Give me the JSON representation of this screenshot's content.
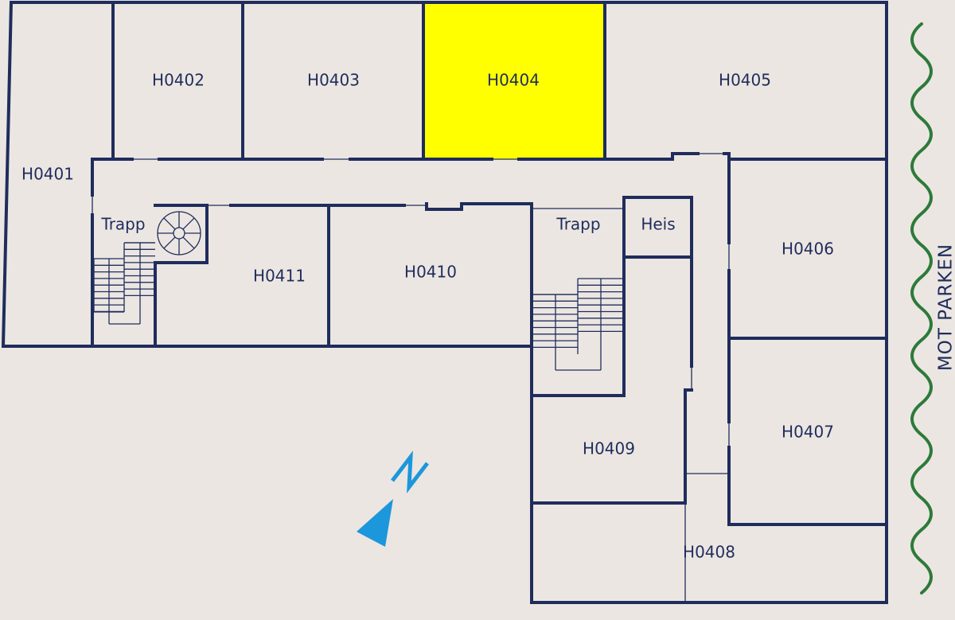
{
  "highlight_color": "#ffff00",
  "rooms": {
    "h0401": "H0401",
    "h0402": "H0402",
    "h0403": "H0403",
    "h0404": "H0404",
    "h0405": "H0405",
    "h0406": "H0406",
    "h0407": "H0407",
    "h0408": "H0408",
    "h0409": "H0409",
    "h0410": "H0410",
    "h0411": "H0411",
    "stair_left": "Trapp",
    "stair_right": "Trapp",
    "elevator": "Heis"
  },
  "highlighted_room": "H0404",
  "side_label": "MOT PARKEN",
  "compass": {
    "label": "N",
    "icon": "north-arrow-icon"
  },
  "edge_icon": "tree-line-icon"
}
